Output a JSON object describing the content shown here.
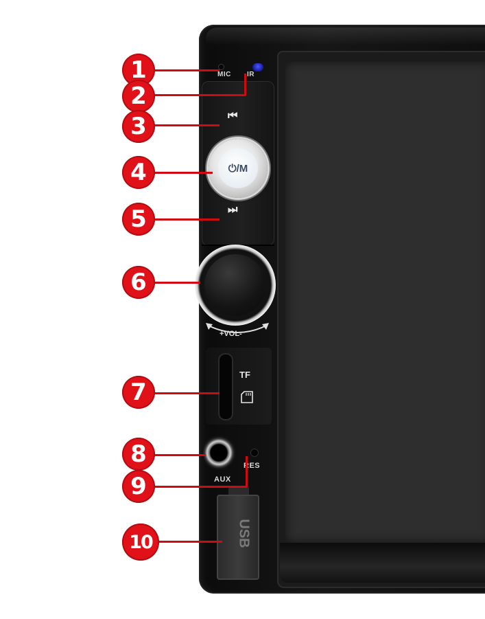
{
  "device": {
    "mic_label": "MIC",
    "ir_label": "IR",
    "prev_icon": "⏮",
    "power_label": "⏻/M",
    "next_icon": "⏭",
    "vol_label": "+VOL-",
    "tf_label": "TF",
    "aux_label": "AUX",
    "res_label": "RES",
    "usb_label": "USB",
    "colors": {
      "callout_red": "#e11119",
      "ir_blue": "#3c46ff",
      "housing": "#111111"
    }
  },
  "callouts": [
    "1",
    "2",
    "3",
    "4",
    "5",
    "6",
    "7",
    "8",
    "9",
    "10"
  ]
}
